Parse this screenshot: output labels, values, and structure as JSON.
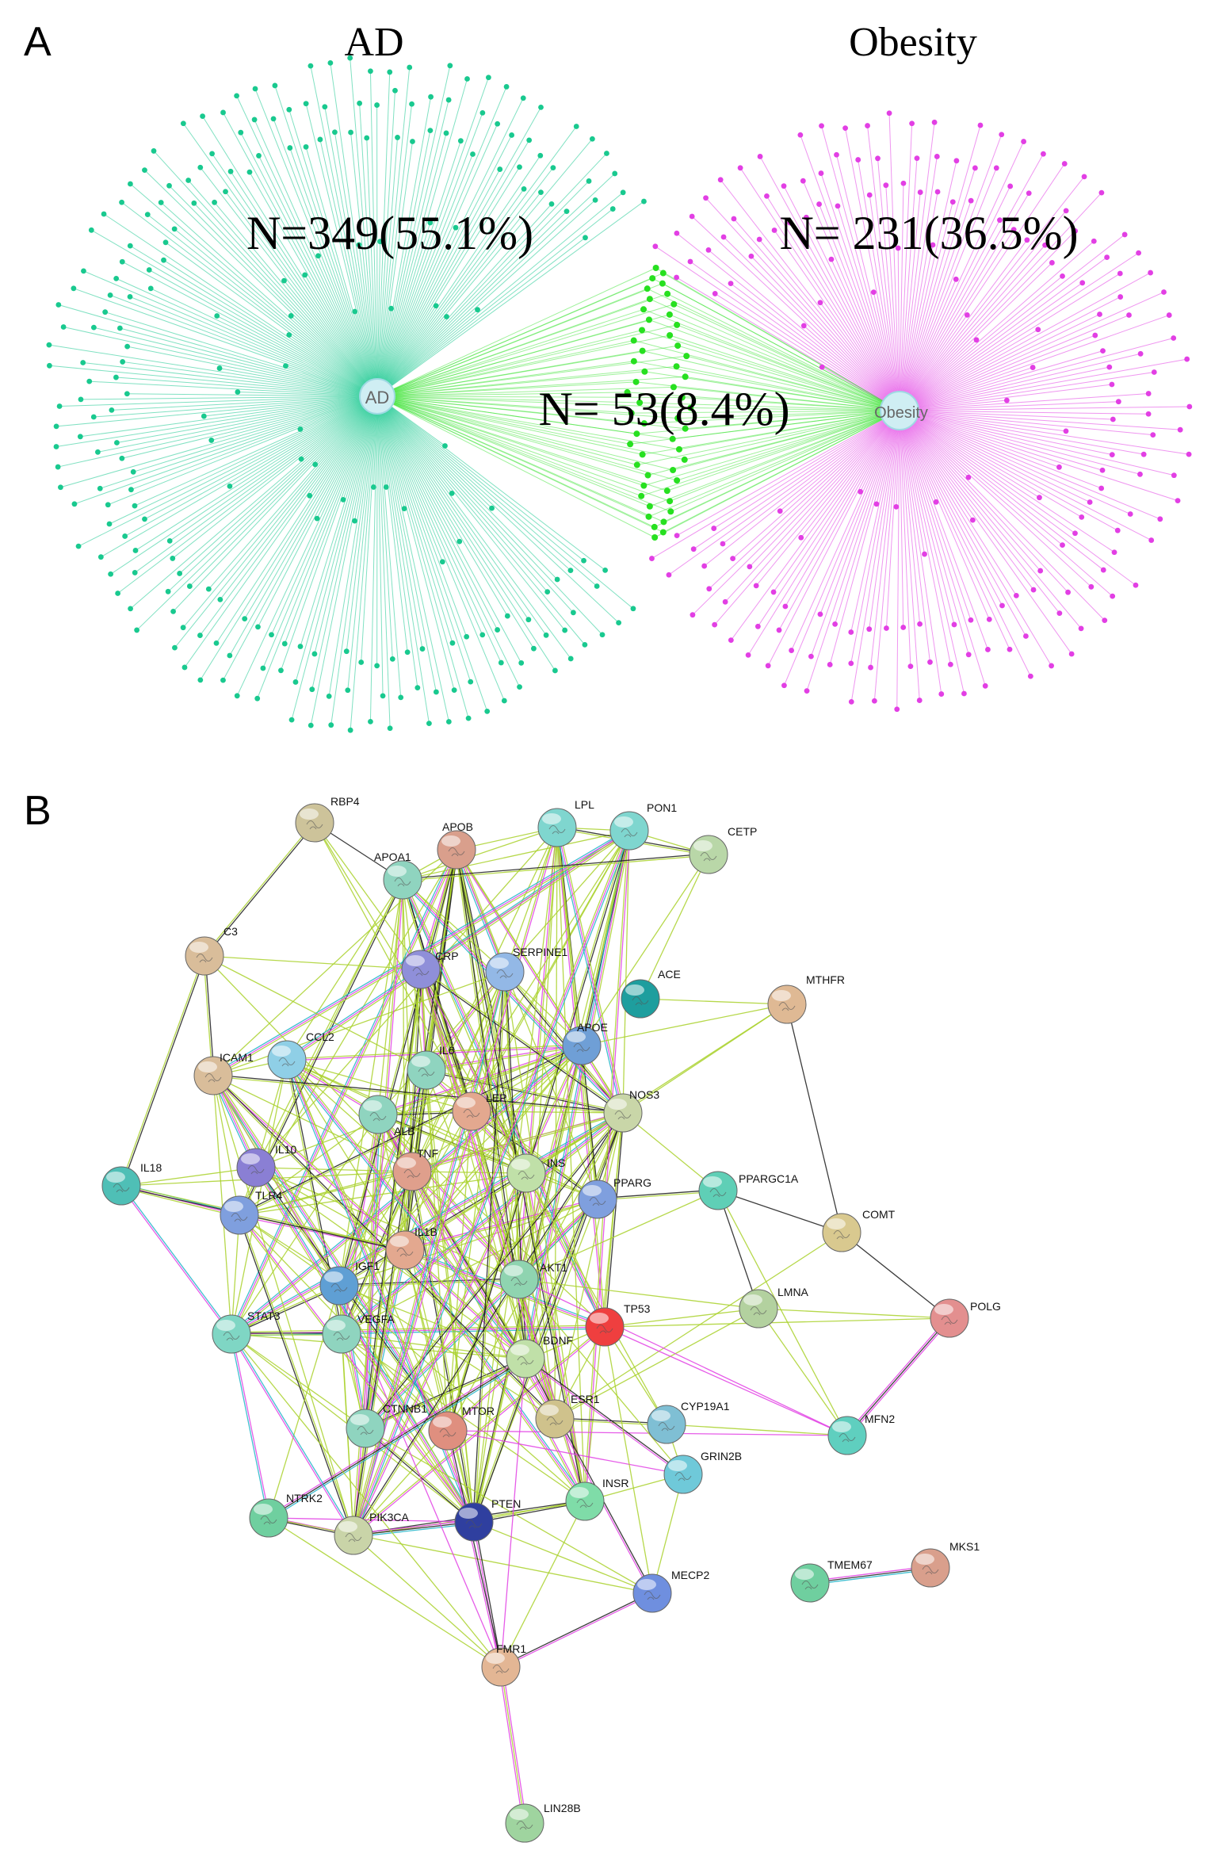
{
  "panels": {
    "a": {
      "letter": "A",
      "left_title": "AD",
      "right_title": "Obesity",
      "left_count": "N=349(55.1%)",
      "right_count": "N= 231(36.5%)",
      "shared_count": "N= 53(8.4%)",
      "left_hub": "AD",
      "right_hub": "Obesity",
      "left_color": "#19c98f",
      "right_color": "#e23fe4",
      "shared_color": "#27e020",
      "left_n": 349,
      "right_n": 231,
      "shared_n": 53
    },
    "b": {
      "letter": "B",
      "nodes": [
        {
          "label": "RBP4",
          "color": "#cdc39a"
        },
        {
          "label": "APOB",
          "color": "#d99f8c"
        },
        {
          "label": "LPL",
          "color": "#7fd6cf"
        },
        {
          "label": "PON1",
          "color": "#7fd6cf"
        },
        {
          "label": "CETP",
          "color": "#b9d7a8"
        },
        {
          "label": "APOA1",
          "color": "#8fd4bf"
        },
        {
          "label": "C3",
          "color": "#d9bd9a"
        },
        {
          "label": "CRP",
          "color": "#8f8fd9"
        },
        {
          "label": "SERPINE1",
          "color": "#93b8e6"
        },
        {
          "label": "ACE",
          "color": "#1e9e9e"
        },
        {
          "label": "MTHFR",
          "color": "#dfb994"
        },
        {
          "label": "APOE",
          "color": "#6f9fd6"
        },
        {
          "label": "CCL2",
          "color": "#8fcfe6"
        },
        {
          "label": "ICAM1",
          "color": "#d9bd9a"
        },
        {
          "label": "IL6",
          "color": "#8fd4bf"
        },
        {
          "label": "ALB",
          "color": "#8fd4bf"
        },
        {
          "label": "LEP",
          "color": "#e3a88f"
        },
        {
          "label": "NOS3",
          "color": "#c9d6a8"
        },
        {
          "label": "IL10",
          "color": "#8a7fd4"
        },
        {
          "label": "IL18",
          "color": "#4fbfb6"
        },
        {
          "label": "TNF",
          "color": "#df9f8c"
        },
        {
          "label": "INS",
          "color": "#c0e0a8"
        },
        {
          "label": "PPARG",
          "color": "#7f9fde"
        },
        {
          "label": "PPARGC1A",
          "color": "#5fcfb6"
        },
        {
          "label": "TLR4",
          "color": "#7f9fde"
        },
        {
          "label": "COMT",
          "color": "#d9c98f"
        },
        {
          "label": "IL1B",
          "color": "#e3a88f"
        },
        {
          "label": "IGF1",
          "color": "#5f9fd4"
        },
        {
          "label": "AKT1",
          "color": "#8fd4b0"
        },
        {
          "label": "LMNA",
          "color": "#b3d19f"
        },
        {
          "label": "POLG",
          "color": "#e38f8f"
        },
        {
          "label": "STAT3",
          "color": "#7fd6c4"
        },
        {
          "label": "VEGFA",
          "color": "#8fd4bf"
        },
        {
          "label": "TP53",
          "color": "#ef3f3f"
        },
        {
          "label": "BDNF",
          "color": "#c0e0a8"
        },
        {
          "label": "CTNNB1",
          "color": "#8fd4bf"
        },
        {
          "label": "MTOR",
          "color": "#df8f7f"
        },
        {
          "label": "ESR1",
          "color": "#cfc28c"
        },
        {
          "label": "CYP19A1",
          "color": "#7fbfd4"
        },
        {
          "label": "MFN2",
          "color": "#5fcfbf"
        },
        {
          "label": "GRIN2B",
          "color": "#6fc9d9"
        },
        {
          "label": "INSR",
          "color": "#7fdca8"
        },
        {
          "label": "NTRK2",
          "color": "#6fcf9f"
        },
        {
          "label": "PIK3CA",
          "color": "#c9d4a8"
        },
        {
          "label": "PTEN",
          "color": "#2f3f9f"
        },
        {
          "label": "MECP2",
          "color": "#6f8fdf"
        },
        {
          "label": "TMEM67",
          "color": "#6fcf9f"
        },
        {
          "label": "MKS1",
          "color": "#d99f8c"
        },
        {
          "label": "FMR1",
          "color": "#e3b694"
        },
        {
          "label": "LIN28B",
          "color": "#9fd49f"
        }
      ]
    }
  },
  "edge_colors": [
    "#a9d12b",
    "#1a1a1a",
    "#e23fe4",
    "#1eb4c8",
    "#2e4fb0",
    "#7fbf5f"
  ]
}
